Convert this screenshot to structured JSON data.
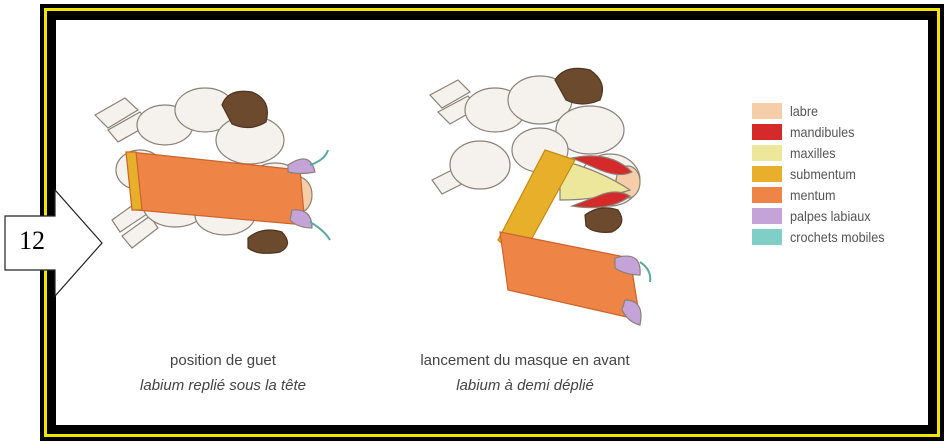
{
  "callout": {
    "number": "12"
  },
  "legend": [
    {
      "label": "labre",
      "color": "#f5cda8"
    },
    {
      "label": "mandibules",
      "color": "#d42a2a"
    },
    {
      "label": "maxilles",
      "color": "#ece79a"
    },
    {
      "label": "submentum",
      "color": "#e8b02a"
    },
    {
      "label": "mentum",
      "color": "#ee8446"
    },
    {
      "label": "palpes labiaux",
      "color": "#c4a3d8"
    },
    {
      "label": "crochets mobiles",
      "color": "#7fcfc6"
    }
  ],
  "captions": {
    "left": {
      "title": "position de guet",
      "subtitle": "labium replié sous la tête"
    },
    "right": {
      "title": "lancement du masque en avant",
      "subtitle": "labium à demi déplié"
    }
  },
  "colors": {
    "frame_outer": "#000000",
    "frame_yellow": "#f2e400",
    "eye": "#6b4a2e",
    "body": "#f5f1ec",
    "outline": "#8a8178"
  }
}
